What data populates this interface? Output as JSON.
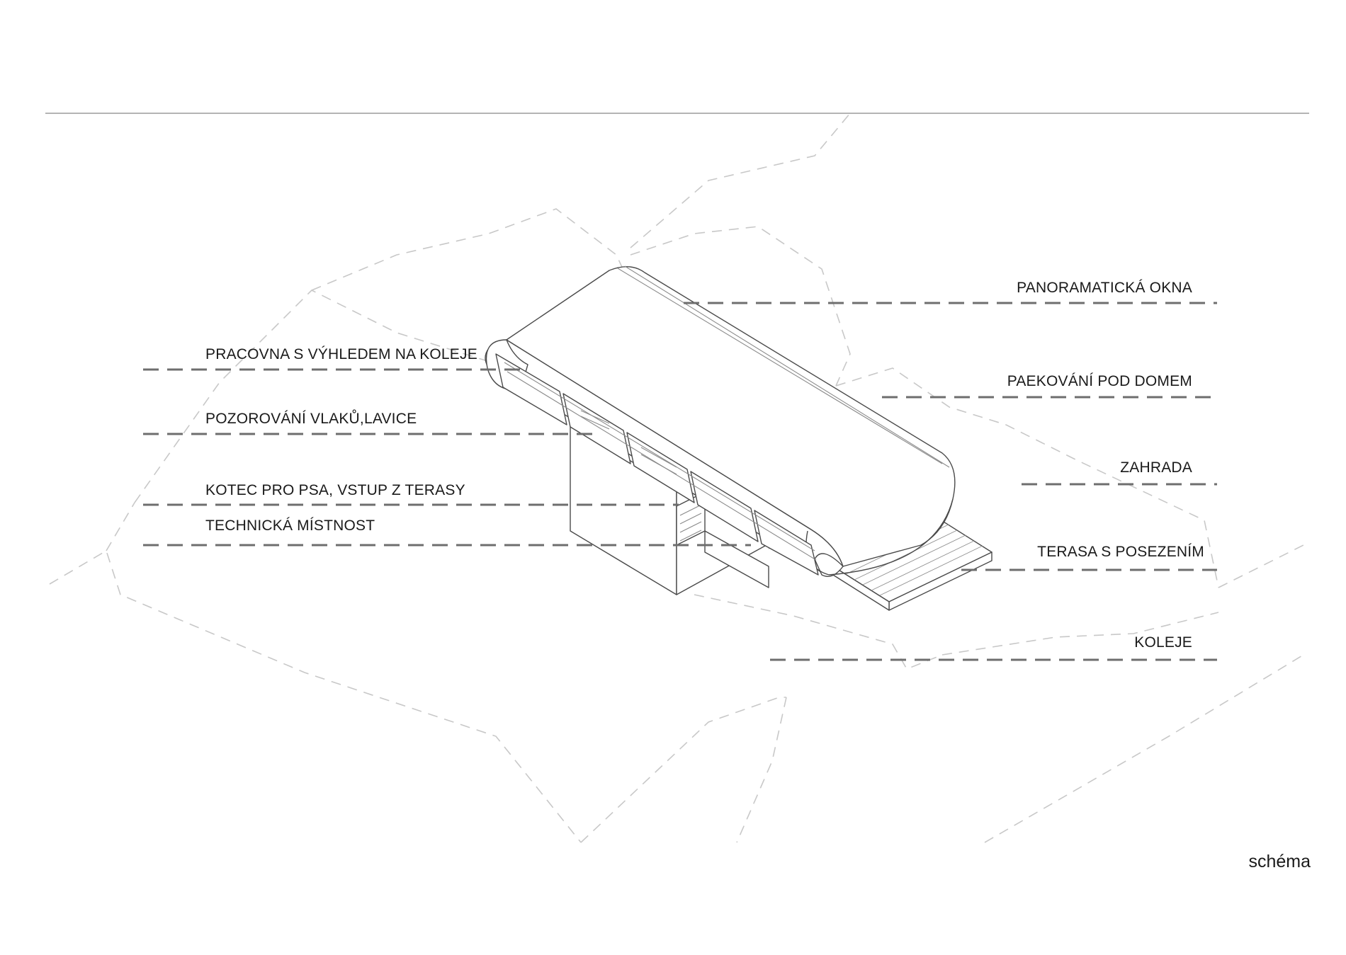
{
  "labels": {
    "panoramic_windows": "PANORAMATICKÁ OKNA",
    "parking": "PAEKOVÁNÍ POD DOMEM",
    "garden": "ZAHRADA",
    "terrace": "TERASA S POSEZENÍM",
    "tracks": "KOLEJE",
    "study": "PRACOVNA S VÝHLEDEM NA KOLEJE",
    "train_watching": "POZOROVÁNÍ VLAKŮ,LAVICE",
    "dog_kennel": "KOTEC PRO PSA, VSTUP Z TERASY",
    "technical_room": "TECHNICKÁ MÍSTNOST"
  },
  "caption": "schéma",
  "colors": {
    "background": "#ffffff",
    "line": "#4a4a4a",
    "leader": "#6e6e6e",
    "site_outline": "#c8c8c8",
    "rule": "#b4b4b4"
  }
}
